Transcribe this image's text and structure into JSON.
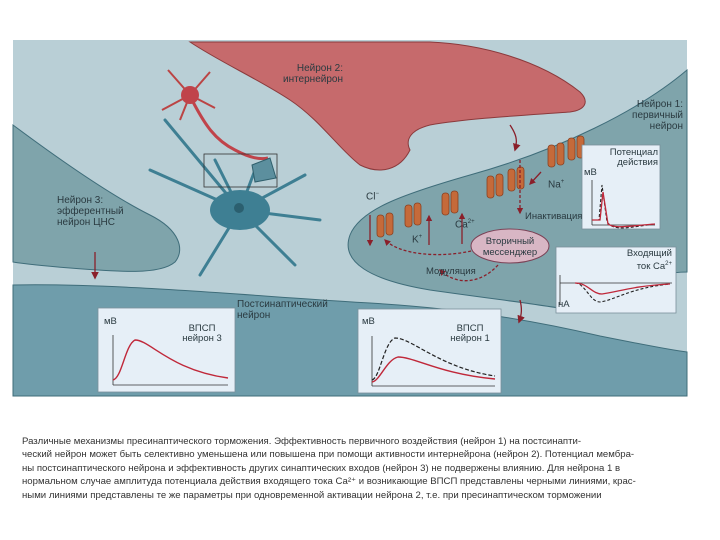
{
  "labels": {
    "neuron2": "Нейрон 2:\nинтернейрон",
    "neuron1": "Нейрон 1:\nпервичный\nнейрон",
    "neuron3": "Нейрон 3:\nэфферентный\nнейрон ЦНС",
    "postsynaptic": "Постсинаптический\nнейрон",
    "second_messenger": "Вторичный\nмессенджер",
    "inactivation": "Инактивация",
    "modulation": "Модуляция",
    "cl": "Cl",
    "k": "K",
    "ca": "Ca",
    "na": "Na",
    "plus": "+",
    "two_plus": "2+"
  },
  "panels": {
    "epsp3": {
      "unit": "мВ",
      "title": "ВПСП\nнейрон 3"
    },
    "epsp1": {
      "unit": "мВ",
      "title": "ВПСП\nнейрон 1"
    },
    "action_potential": {
      "unit": "мВ",
      "title": "Потенциал\nдействия"
    },
    "ca_current": {
      "unit": "нА",
      "title_main": "Входящий\nток Ca",
      "sup": "2+"
    }
  },
  "caption": [
    "Различные механизмы пресинаптического торможения. Эффективность первичного воздействия (нейрон 1) на постсинапти-",
    "ческий нейрон может быть селективно уменьшена или повышена при помощи активности интернейрона (нейрон 2). Потенциал мембра-",
    "ны постсинаптического нейрона и эффективность других синаптических входов (нейрон 3) не подвержены влиянию. Для нейрона 1 в",
    "нормальном случае амплитуда потенциала действия входящего тока Ca²⁺ и возникающие ВПСП представлены черными линиями, крас-",
    "ными линиями представлены те же параметры при одновременной активации нейрона 2, т.е. при пресинаптическом торможении"
  ],
  "colors": {
    "background_panel": "#b9cfd6",
    "postsynaptic_fill": "#6f9dab",
    "neuron1_fill": "#7fa4ab",
    "neuron2_fill": "#c66a6c",
    "neuron_blue": "#3e7f93",
    "channel": "#c56a3a",
    "inhibited_trace": "#c0283a",
    "normal_trace": "#222222",
    "inset_bg": "#e6eff7"
  }
}
